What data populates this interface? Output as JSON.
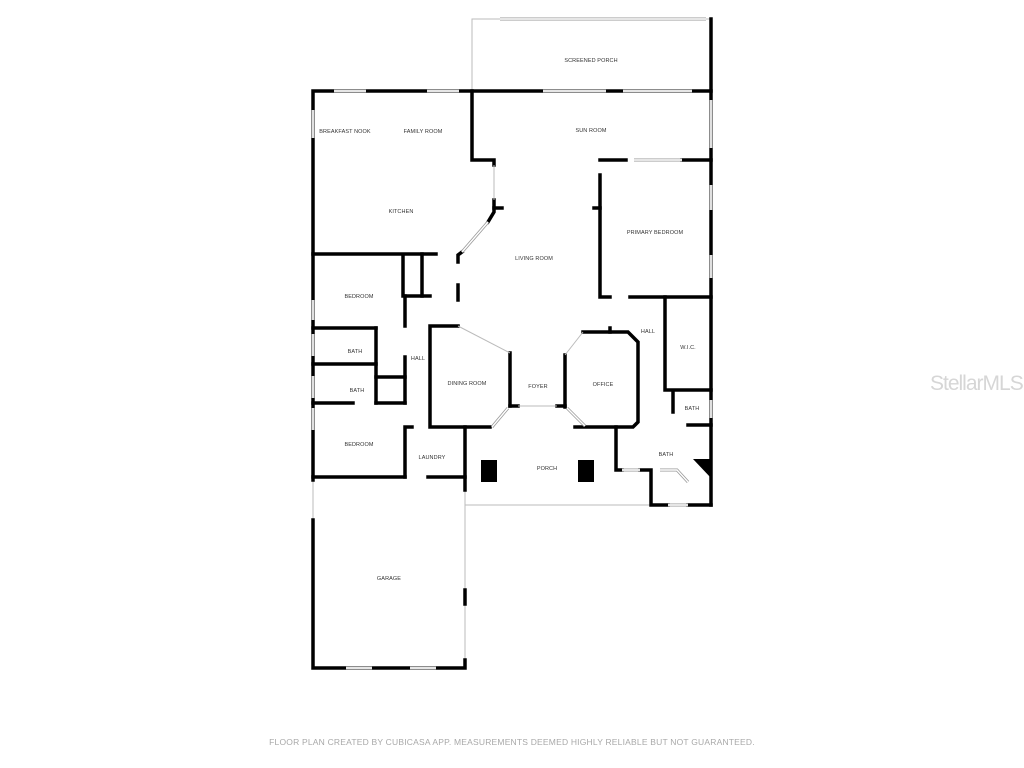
{
  "rooms": {
    "screened_porch": "SCREENED PORCH",
    "breakfast_nook": "BREAKFAST NOOK",
    "family_room": "FAMILY ROOM",
    "sun_room": "SUN ROOM",
    "kitchen": "KITCHEN",
    "primary_bedroom": "PRIMARY BEDROOM",
    "living_room": "LIVING ROOM",
    "bedroom_1": "BEDROOM",
    "bath_1": "BATH",
    "hall_1": "HALL",
    "bath_2": "BATH",
    "dining_room": "DINING ROOM",
    "foyer": "FOYER",
    "office": "OFFICE",
    "hall_2": "HALL",
    "wic": "W.I.C.",
    "bath_3": "BATH",
    "bath_4": "BATH",
    "bedroom_2": "BEDROOM",
    "laundry": "LAUNDRY",
    "porch": "PORCH",
    "garage": "GARAGE"
  },
  "watermark": "StellarMLS",
  "footer": "FLOOR PLAN CREATED BY CUBICASA APP. MEASUREMENTS DEEMED HIGHLY RELIABLE BUT NOT GUARANTEED."
}
